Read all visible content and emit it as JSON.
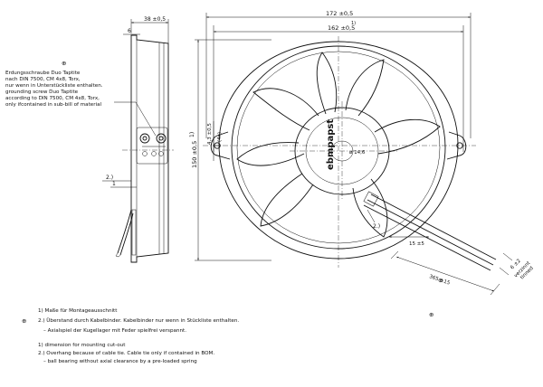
{
  "side_view": {
    "width_dim": "38 ±0,5",
    "flange_dim": "6",
    "overhang_ref": "2.)",
    "overhang_value": "1",
    "ground_note_de": [
      "Erdungsschraube Duo Taptite",
      "nach DIN 7500, CM 4x8, Torx,",
      "nur wenn in Unterstückliste enthalten."
    ],
    "ground_note_en": [
      "grounding screw Duo Taptite",
      "according to DIN 7500, CM 4x8, Torx,",
      "only ifcontained in sub-bill of material"
    ],
    "ground_mark": "⊕"
  },
  "front_view": {
    "outer_width_dim": "172 ±0,5",
    "hole_spacing_dim": "162 ±0,5",
    "hole_spacing_ref": "1)",
    "height_dim": "150 ±0,5",
    "height_ref": "1)",
    "hole_dim": "4,3 ±0,5",
    "hole_count": "(4x)",
    "hub_dim": "ø 14,6",
    "brand": "ebmpapst",
    "cable_tie_ref": "2.)",
    "cable_dim": "15 ±5",
    "lead_length_dim": "365 ±15",
    "lead_end_dim": "6 ±2",
    "lead_end_note": [
      "verzinnt",
      "tinned"
    ],
    "view_mark": "⊕"
  },
  "notes": {
    "mark": "⊕",
    "de": [
      "1) Maße für Montageausschnitt",
      "2.) Überstand durch Kabelbinder. Kabelbinder nur wenn in Stückliste enthalten.",
      "–     Axialspiel der Kugellager mit Feder spielfrei verspannt."
    ],
    "en": [
      "1) dimension for mounting cut-out",
      "2.) Overhang because of cable tie. Cable tie only if contained in BOM.",
      "–     ball bearing without axial clearance by a pre-loaded spring"
    ]
  }
}
